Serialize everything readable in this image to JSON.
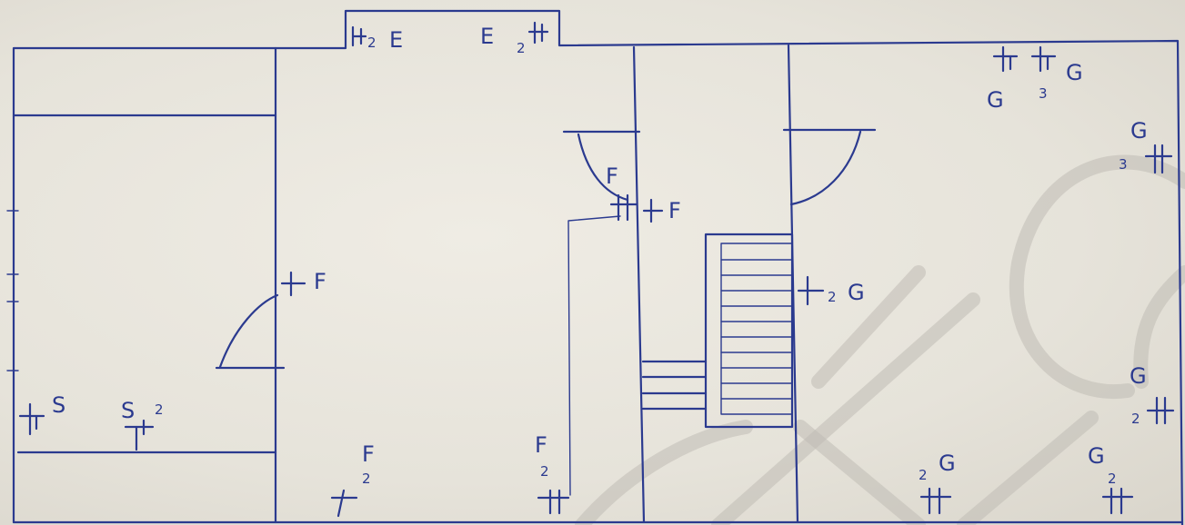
{
  "sockets": {
    "e1": {
      "letter": "E",
      "count": "2"
    },
    "e2": {
      "letter": "E",
      "count": "2"
    },
    "g_top1": {
      "letter": "G",
      "count": ""
    },
    "g_top2": {
      "letter": "G",
      "count": "3"
    },
    "g_right1": {
      "letter": "G",
      "count": "3"
    },
    "f_upper": {
      "letter": "F",
      "count": ""
    },
    "f_upper2": {
      "letter": "F",
      "count": ""
    },
    "f_left": {
      "letter": "F",
      "count": ""
    },
    "g_mid": {
      "letter": "G",
      "count": "2"
    },
    "g_right2": {
      "letter": "G",
      "count": "2"
    },
    "s1": {
      "letter": "S",
      "count": ""
    },
    "s2": {
      "letter": "S",
      "count": "2"
    },
    "f_bot1": {
      "letter": "F",
      "count": "2"
    },
    "f_bot2": {
      "letter": "F",
      "count": "2"
    },
    "g_bot1": {
      "letter": "G",
      "count": "2"
    },
    "g_bot2": {
      "letter": "G",
      "count": "2"
    }
  },
  "colors": {
    "ink": "#2b3a8f",
    "paper": "#e9e6dd",
    "watermark": "#bfbcb4"
  }
}
